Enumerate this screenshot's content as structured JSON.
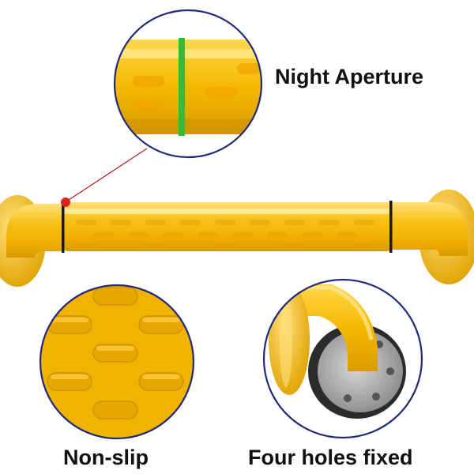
{
  "labels": {
    "night_aperture": "Night Aperture",
    "non_slip": "Non-slip",
    "four_holes_fixed": "Four holes fixed"
  },
  "colors": {
    "bar_yellow": "#f5b800",
    "bar_highlight": "#ffe07a",
    "bar_shadow": "#d89a00",
    "circle_border": "#1f2a7a",
    "night_band": "#2bbf3a",
    "pointer_dot": "#e02020",
    "pointer_line": "#b02020",
    "steel_plate": "#b8b8b8"
  },
  "icons": [
    "zoom-circle",
    "pointer-dot",
    "mounting-screw"
  ]
}
